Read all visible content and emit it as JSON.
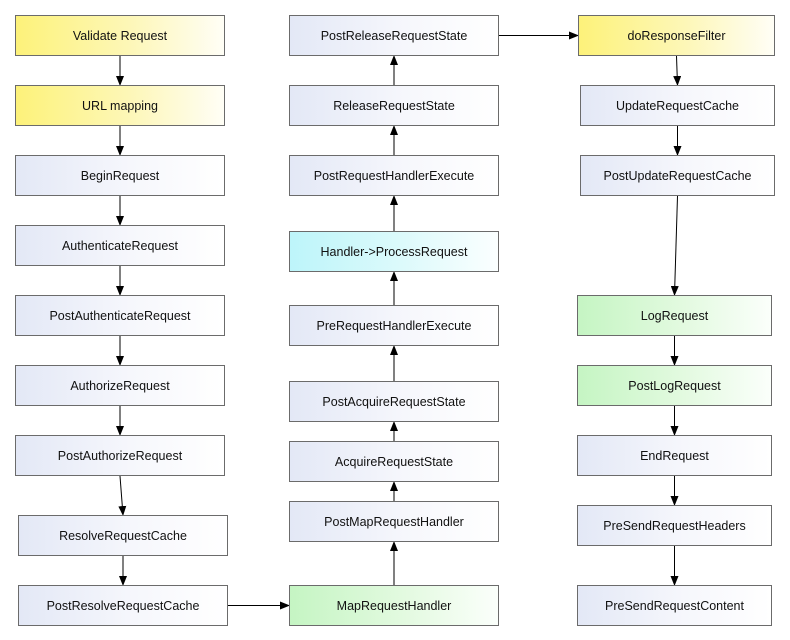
{
  "nodes": {
    "validate_request": {
      "label": "Validate Request",
      "color": "yellow"
    },
    "url_mapping": {
      "label": "URL mapping",
      "color": "yellow"
    },
    "begin_request": {
      "label": "BeginRequest",
      "color": "blue"
    },
    "authenticate_request": {
      "label": "AuthenticateRequest",
      "color": "blue"
    },
    "post_authenticate_request": {
      "label": "PostAuthenticateRequest",
      "color": "blue"
    },
    "authorize_request": {
      "label": "AuthorizeRequest",
      "color": "blue"
    },
    "post_authorize_request": {
      "label": "PostAuthorizeRequest",
      "color": "blue"
    },
    "resolve_request_cache": {
      "label": "ResolveRequestCache",
      "color": "blue"
    },
    "post_resolve_request_cache": {
      "label": "PostResolveRequestCache",
      "color": "blue"
    },
    "map_request_handler": {
      "label": "MapRequestHandler",
      "color": "green"
    },
    "post_map_request_handler": {
      "label": "PostMapRequestHandler",
      "color": "blue"
    },
    "acquire_request_state": {
      "label": "AcquireRequestState",
      "color": "blue"
    },
    "post_acquire_request_state": {
      "label": "PostAcquireRequestState",
      "color": "blue"
    },
    "pre_request_handler_execute": {
      "label": "PreRequestHandlerExecute",
      "color": "blue"
    },
    "handler_process_request": {
      "label": "Handler->ProcessRequest",
      "color": "cyan"
    },
    "post_request_handler_execute": {
      "label": "PostRequestHandlerExecute",
      "color": "blue"
    },
    "release_request_state": {
      "label": "ReleaseRequestState",
      "color": "blue"
    },
    "post_release_request_state": {
      "label": "PostReleaseRequestState",
      "color": "blue"
    },
    "do_response_filter": {
      "label": "doResponseFilter",
      "color": "yellow"
    },
    "update_request_cache": {
      "label": "UpdateRequestCache",
      "color": "blue"
    },
    "post_update_request_cache": {
      "label": "PostUpdateRequestCache",
      "color": "blue"
    },
    "log_request": {
      "label": "LogRequest",
      "color": "green"
    },
    "post_log_request": {
      "label": "PostLogRequest",
      "color": "green"
    },
    "end_request": {
      "label": "EndRequest",
      "color": "blue"
    },
    "pre_send_request_headers": {
      "label": "PreSendRequestHeaders",
      "color": "blue"
    },
    "pre_send_request_content": {
      "label": "PreSendRequestContent",
      "color": "blue"
    }
  },
  "edges": [
    [
      "validate_request",
      "url_mapping"
    ],
    [
      "url_mapping",
      "begin_request"
    ],
    [
      "begin_request",
      "authenticate_request"
    ],
    [
      "authenticate_request",
      "post_authenticate_request"
    ],
    [
      "post_authenticate_request",
      "authorize_request"
    ],
    [
      "authorize_request",
      "post_authorize_request"
    ],
    [
      "post_authorize_request",
      "resolve_request_cache"
    ],
    [
      "resolve_request_cache",
      "post_resolve_request_cache"
    ],
    [
      "post_resolve_request_cache",
      "map_request_handler"
    ],
    [
      "map_request_handler",
      "post_map_request_handler"
    ],
    [
      "post_map_request_handler",
      "acquire_request_state"
    ],
    [
      "acquire_request_state",
      "post_acquire_request_state"
    ],
    [
      "post_acquire_request_state",
      "pre_request_handler_execute"
    ],
    [
      "pre_request_handler_execute",
      "handler_process_request"
    ],
    [
      "handler_process_request",
      "post_request_handler_execute"
    ],
    [
      "post_request_handler_execute",
      "release_request_state"
    ],
    [
      "release_request_state",
      "post_release_request_state"
    ],
    [
      "post_release_request_state",
      "do_response_filter"
    ],
    [
      "do_response_filter",
      "update_request_cache"
    ],
    [
      "update_request_cache",
      "post_update_request_cache"
    ],
    [
      "post_update_request_cache",
      "log_request"
    ],
    [
      "log_request",
      "post_log_request"
    ],
    [
      "post_log_request",
      "end_request"
    ],
    [
      "end_request",
      "pre_send_request_headers"
    ],
    [
      "pre_send_request_headers",
      "pre_send_request_content"
    ]
  ]
}
